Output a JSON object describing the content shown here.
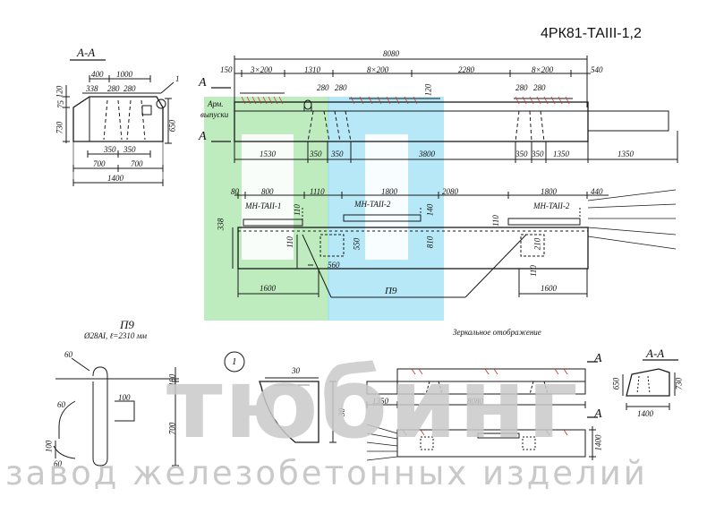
{
  "title": "4РК81-ТАIII-1,2",
  "section_aa": {
    "label": "А-А",
    "dims": [
      "400",
      "1000",
      "338",
      "280",
      "280",
      "120",
      "75",
      "730",
      "650",
      "350",
      "350",
      "700",
      "700",
      "1400"
    ],
    "callout": "1"
  },
  "elevation": {
    "total": "8080",
    "top_dims": [
      "150",
      "3×200",
      "1310",
      "8×200",
      "2280",
      "8×200",
      "540"
    ],
    "inner_dims": [
      "280",
      "280",
      "120",
      "280",
      "280"
    ],
    "arm_label_1": "Арм.",
    "arm_label_2": "выпуски",
    "section_mark": "А",
    "bottom_dims": [
      "1530",
      "350",
      "350",
      "3800",
      "350",
      "350",
      "1350",
      "1350"
    ]
  },
  "plan": {
    "top_dims": [
      "80",
      "800",
      "1110",
      "1800",
      "2080",
      "1800",
      "440"
    ],
    "embed_1": "МН-ТАII-1",
    "embed_2": "МН-ТАII-2",
    "embed_3": "МН-ТАII-2",
    "side_dims": [
      "338",
      "110",
      "140",
      "550",
      "110",
      "110",
      "810",
      "210",
      "110"
    ],
    "dim_560": "560",
    "dim_1600_left": "1600",
    "dim_1600_right": "1600",
    "p9_label": "П9"
  },
  "p9_detail": {
    "title": "П9",
    "spec": "Ø28AI, ℓ=2310 мм",
    "dims": [
      "60",
      "180",
      "100",
      "60",
      "700",
      "100",
      "60"
    ]
  },
  "detail_1": {
    "mark": "1",
    "dims": [
      "30",
      "30"
    ]
  },
  "mirror": {
    "label": "Зеркальное отображение",
    "total": "8080",
    "dims": [
      "1350",
      "1400"
    ],
    "section_mark": "А"
  },
  "mirror_section": {
    "label": "А-А",
    "dims": [
      "650",
      "730",
      "1400"
    ]
  },
  "watermark": {
    "brand": "тюбинг",
    "subtitle": "завод железобетонных изделий"
  },
  "colors": {
    "line": "#1a1a1a",
    "hatch_red": "#c8322a",
    "overlay_green": "#a8e6a8",
    "overlay_cyan": "#9fe0f5",
    "watermark": "#c9c9c9"
  }
}
